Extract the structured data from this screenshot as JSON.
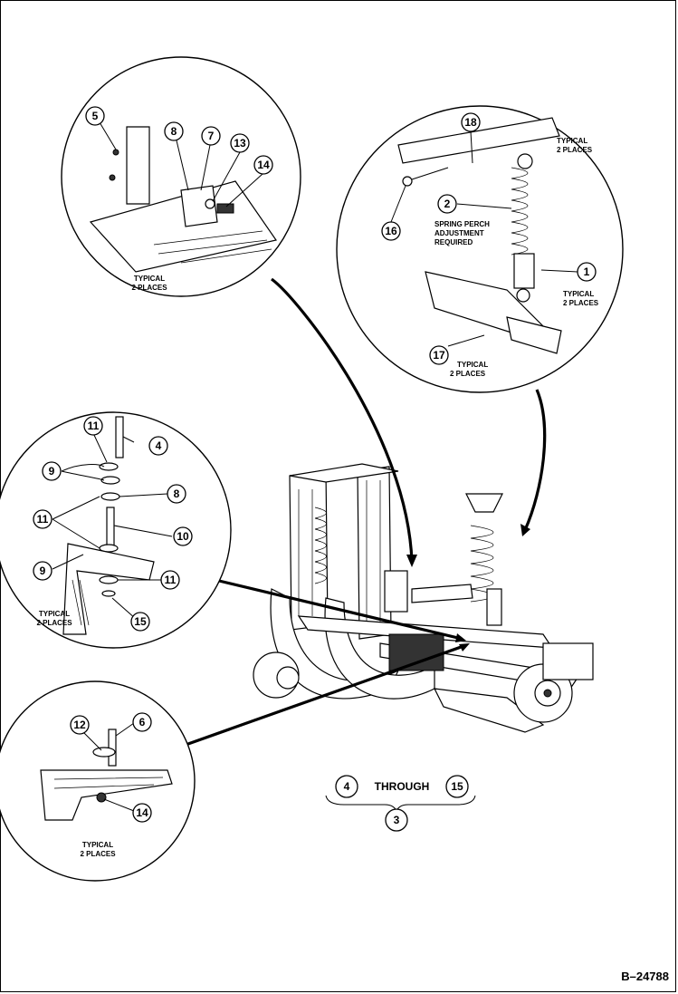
{
  "figure_ref": "B–24788",
  "notes": {
    "typical_2_places": "TYPICAL\n2 PLACES",
    "spring_perch": "SPRING PERCH\nADJUSTMENT\nREQUIRED",
    "through": "THROUGH"
  },
  "callouts": {
    "top_left": [
      "5",
      "8",
      "7",
      "13",
      "14"
    ],
    "top_right": [
      "18",
      "2",
      "16",
      "1",
      "17"
    ],
    "middle_left": [
      "11",
      "4",
      "9",
      "8",
      "11",
      "10",
      "9",
      "11",
      "15"
    ],
    "bottom_left": [
      "12",
      "6",
      "14"
    ],
    "bracket": [
      "4",
      "15",
      "3"
    ]
  }
}
